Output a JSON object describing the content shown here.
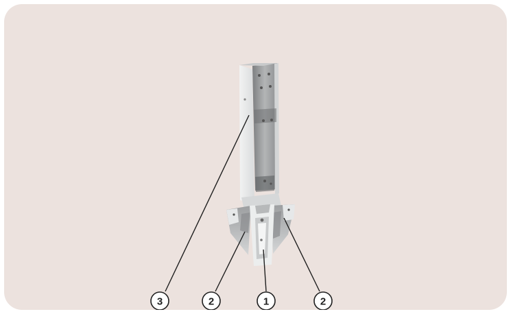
{
  "colors": {
    "panel_background": "#ece2de",
    "steel_light": "#e2e4e5",
    "steel_mid": "#c3c6c7",
    "steel_dark": "#8e9092",
    "steel_shadow": "#6b6d6f",
    "callout_line": "#1f1f1f",
    "callout_fill": "#ffffff"
  },
  "callouts": [
    {
      "number": "3"
    },
    {
      "number": "2"
    },
    {
      "number": "1"
    },
    {
      "number": "2"
    }
  ]
}
